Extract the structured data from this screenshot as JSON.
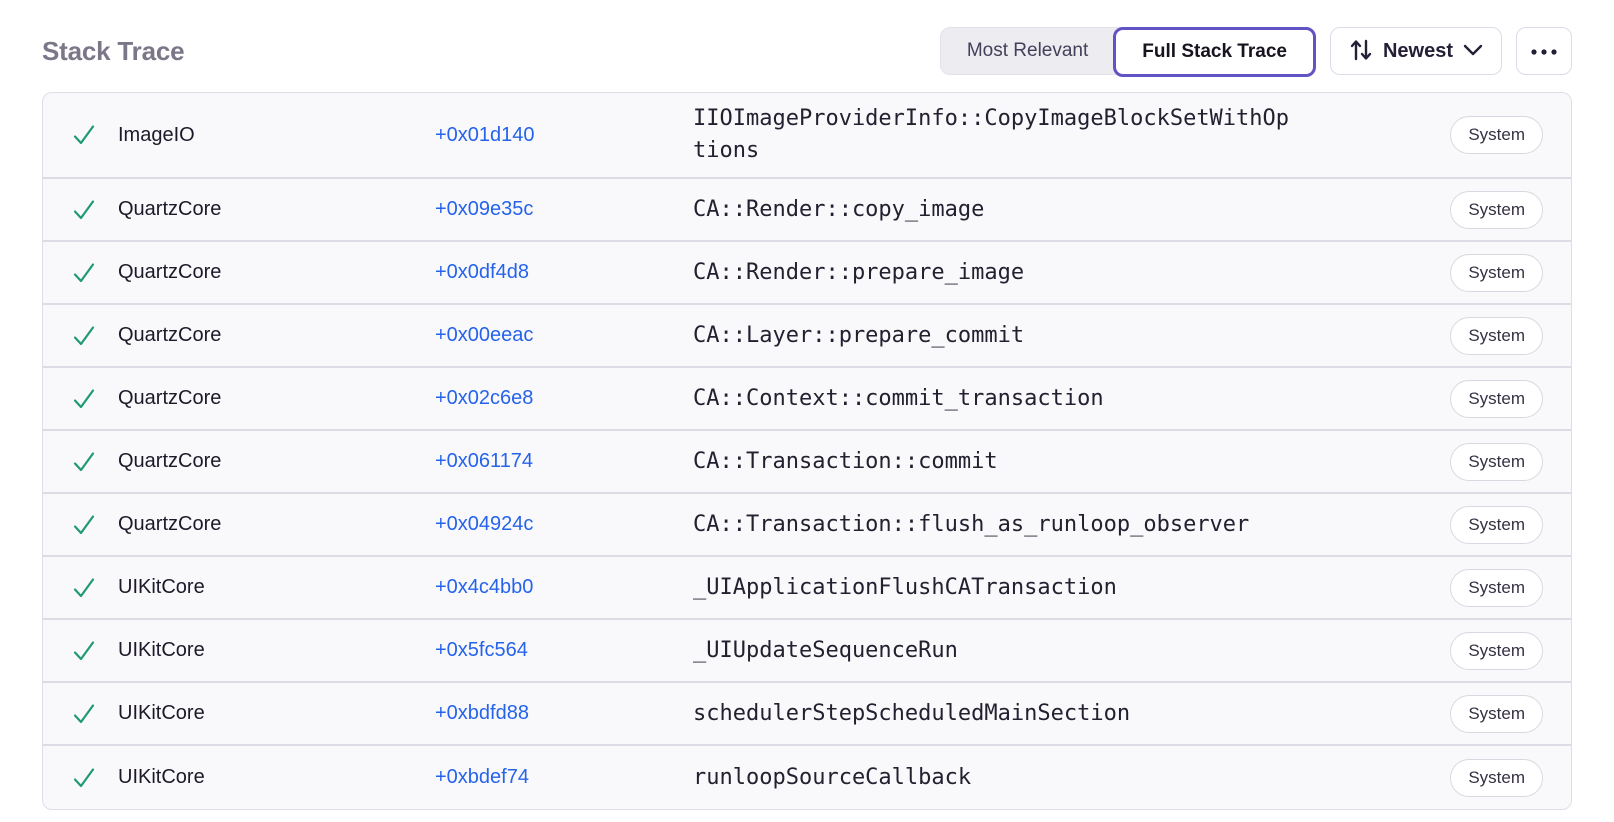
{
  "header": {
    "title": "Stack Trace",
    "view_toggle": {
      "options": [
        {
          "label": "Most Relevant",
          "selected": false
        },
        {
          "label": "Full Stack Trace",
          "selected": true
        }
      ]
    },
    "sort": {
      "label": "Newest",
      "icon": "sort-arrows-icon",
      "chevron": "chevron-down-icon"
    },
    "more": {
      "icon": "ellipsis-icon"
    }
  },
  "colors": {
    "accent_purple": "#6152c6",
    "link_blue": "#2563eb",
    "check_green": "#219a70",
    "title_gray": "#7c7689",
    "row_background": "#f9f9fb",
    "divider": "#dddce5"
  },
  "stack_frames": [
    {
      "status_icon": "check-icon",
      "module": "ImageIO",
      "offset": "+0x01d140",
      "function": "IIOImageProviderInfo::CopyImageBlockSetWithOptions",
      "tag": "System"
    },
    {
      "status_icon": "check-icon",
      "module": "QuartzCore",
      "offset": "+0x09e35c",
      "function": "CA::Render::copy_image",
      "tag": "System"
    },
    {
      "status_icon": "check-icon",
      "module": "QuartzCore",
      "offset": "+0x0df4d8",
      "function": "CA::Render::prepare_image",
      "tag": "System"
    },
    {
      "status_icon": "check-icon",
      "module": "QuartzCore",
      "offset": "+0x00eeac",
      "function": "CA::Layer::prepare_commit",
      "tag": "System"
    },
    {
      "status_icon": "check-icon",
      "module": "QuartzCore",
      "offset": "+0x02c6e8",
      "function": "CA::Context::commit_transaction",
      "tag": "System"
    },
    {
      "status_icon": "check-icon",
      "module": "QuartzCore",
      "offset": "+0x061174",
      "function": "CA::Transaction::commit",
      "tag": "System"
    },
    {
      "status_icon": "check-icon",
      "module": "QuartzCore",
      "offset": "+0x04924c",
      "function": "CA::Transaction::flush_as_runloop_observer",
      "tag": "System"
    },
    {
      "status_icon": "check-icon",
      "module": "UIKitCore",
      "offset": "+0x4c4bb0",
      "function": "_UIApplicationFlushCATransaction",
      "tag": "System"
    },
    {
      "status_icon": "check-icon",
      "module": "UIKitCore",
      "offset": "+0x5fc564",
      "function": "_UIUpdateSequenceRun",
      "tag": "System"
    },
    {
      "status_icon": "check-icon",
      "module": "UIKitCore",
      "offset": "+0xbdfd88",
      "function": "schedulerStepScheduledMainSection",
      "tag": "System"
    },
    {
      "status_icon": "check-icon",
      "module": "UIKitCore",
      "offset": "+0xbdef74",
      "function": "runloopSourceCallback",
      "tag": "System"
    }
  ]
}
